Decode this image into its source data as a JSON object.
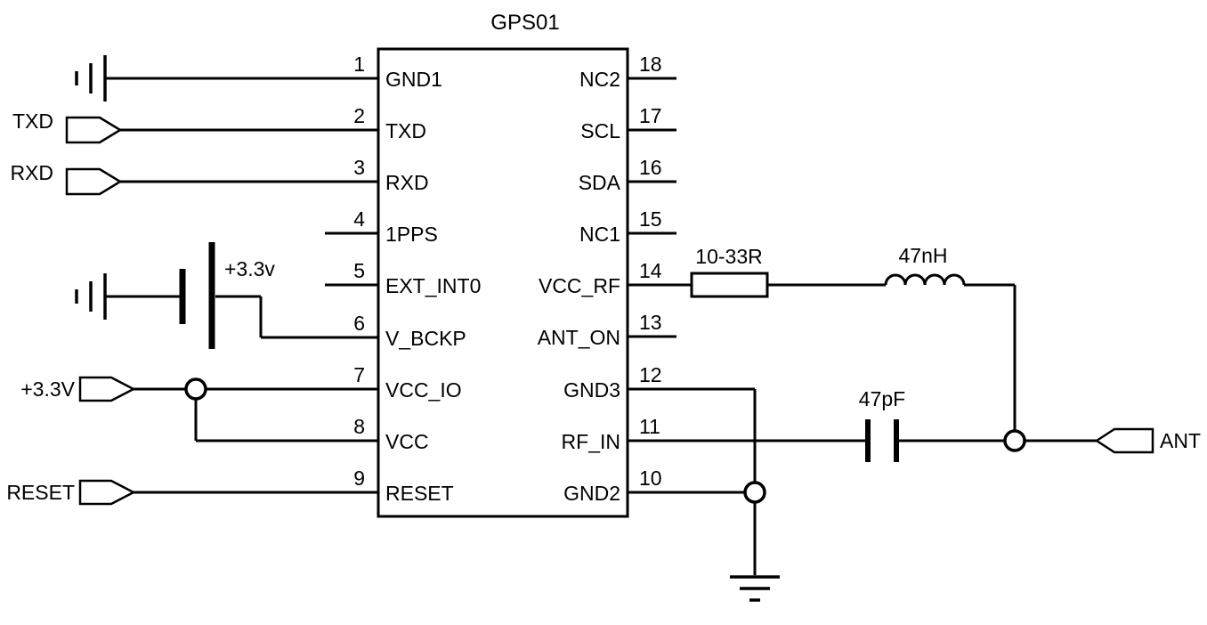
{
  "title": "GPS01",
  "chip": {
    "left_pins": [
      {
        "num": "1",
        "label": "GND1"
      },
      {
        "num": "2",
        "label": "TXD"
      },
      {
        "num": "3",
        "label": "RXD"
      },
      {
        "num": "4",
        "label": "1PPS"
      },
      {
        "num": "5",
        "label": "EXT_INT0"
      },
      {
        "num": "6",
        "label": "V_BCKP"
      },
      {
        "num": "7",
        "label": "VCC_IO"
      },
      {
        "num": "8",
        "label": "VCC"
      },
      {
        "num": "9",
        "label": "RESET"
      }
    ],
    "right_pins": [
      {
        "num": "18",
        "label": "NC2"
      },
      {
        "num": "17",
        "label": "SCL"
      },
      {
        "num": "16",
        "label": "SDA"
      },
      {
        "num": "15",
        "label": "NC1"
      },
      {
        "num": "14",
        "label": "VCC_RF"
      },
      {
        "num": "13",
        "label": "ANT_ON"
      },
      {
        "num": "12",
        "label": "GND3"
      },
      {
        "num": "11",
        "label": "RF_IN"
      },
      {
        "num": "10",
        "label": "GND2"
      }
    ]
  },
  "components": {
    "resistor": "10-33R",
    "inductor": "47nH",
    "capacitor": "47pF"
  },
  "nets": {
    "txd": "TXD",
    "rxd": "RXD",
    "backup_supply": "+3.3v",
    "vcc": "+3.3V",
    "reset": "RESET",
    "ant": "ANT"
  }
}
